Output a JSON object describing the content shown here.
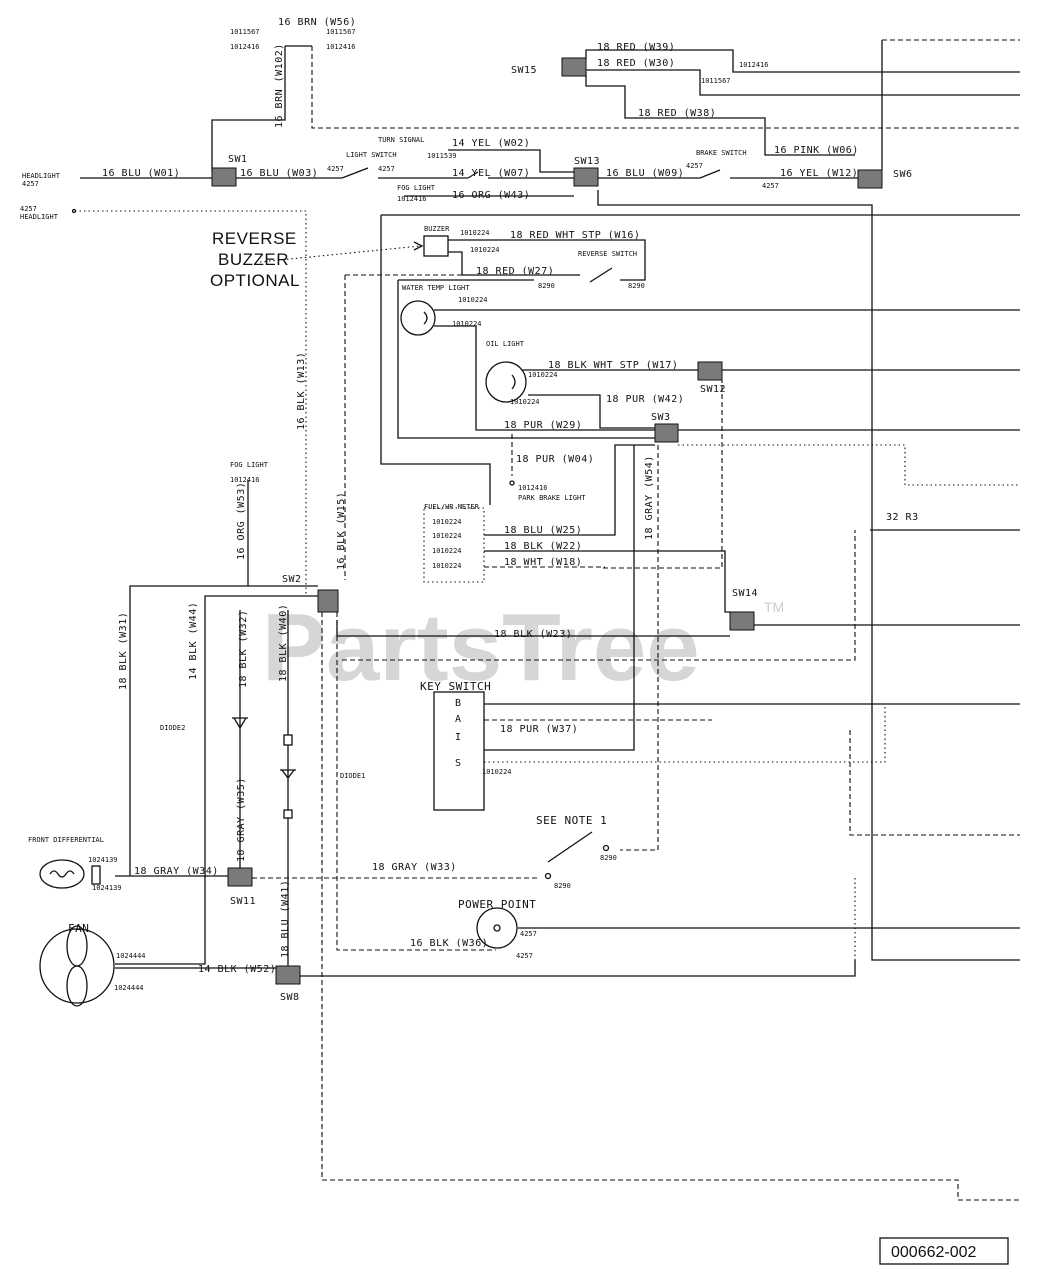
{
  "watermark": {
    "text": "PartsTree",
    "tm": "TM"
  },
  "ref_number": "000662-002",
  "notes": {
    "reverse_buzzer": [
      "REVERSE",
      "BUZZER",
      "OPTIONAL"
    ],
    "see_note": "SEE NOTE 1"
  },
  "components": {
    "headlight_left": "HEADLIGHT",
    "headlight_right": "HEADLIGHT",
    "light_switch": "LIGHT SWITCH",
    "turn_signal": "TURN SIGNAL",
    "fog_light_top": "FOG LIGHT",
    "fog_light_left": "FOG LIGHT",
    "brake_switch": "BRAKE SWITCH",
    "buzzer": "BUZZER",
    "reverse_switch": "REVERSE SWITCH",
    "water_temp_light": "WATER TEMP LIGHT",
    "oil_light": "OIL LIGHT",
    "park_brake_light": "PARK BRAKE LIGHT",
    "fuel_hr_meter": "FUEL/HR METER",
    "key_switch": "KEY SWITCH",
    "key_terminals": [
      "B",
      "A",
      "I",
      "S"
    ],
    "front_differential": "FRONT DIFFERENTIAL",
    "fan": "FAN",
    "power_point": "POWER POINT",
    "diode_1": "DIODE2",
    "diode_2": "DIODE1"
  },
  "connectors": {
    "sw1": "SW1",
    "sw2": "SW2",
    "sw3": "SW3",
    "sw6": "SW6",
    "sw8": "SW8",
    "sw11": "SW11",
    "sw12": "SW12",
    "sw13": "SW13",
    "sw14": "SW14",
    "sw15": "SW15"
  },
  "wires": {
    "w56": "16 BRN (W56)",
    "w102": "16 BRN (W102)",
    "w39": "18 RED (W39)",
    "w30": "18 RED (W30)",
    "w38": "18 RED (W38)",
    "w01": "16 BLU (W01)",
    "w03": "16 BLU (W03)",
    "w02": "14 YEL (W02)",
    "w07": "14 YEL (W07)",
    "w43": "16 ORG (W43)",
    "w09": "16 BLU (W09)",
    "w06": "16 PINK (W06)",
    "w12": "16 YEL (W12)",
    "w16": "18 RED WHT STP (W16)",
    "w27": "18 RED (W27)",
    "w17": "18 BLK WHT STP (W17)",
    "w42": "18 PUR (W42)",
    "w29": "18 PUR (W29)",
    "w04": "18 PUR (W04)",
    "w13": "16 BLK (W13)",
    "w15": "16 BLK (W15)",
    "w53": "16 ORG (W53)",
    "w54": "18 GRAY (W54)",
    "w25": "18 BLU (W25)",
    "w22": "18 BLK (W22)",
    "w18": "18 WHT (W18)",
    "w31": "18 BLK (W31)",
    "w44": "14 BLK (W44)",
    "w32": "18 BLK (W32)",
    "w40": "18 BLK (W40)",
    "w23": "18 BLK (W23)",
    "w37": "18 PUR (W37)",
    "w35": "18 GRAY (W35)",
    "w34": "18 GRAY (W34)",
    "w33": "18 GRAY (W33)",
    "w41": "18 BLU (W41)",
    "w36": "16 BLK (W36)",
    "w52": "14 BLK (W52)",
    "r3": "32 R3"
  },
  "part_numbers": {
    "p1011567": "1011567",
    "p1012416": "1012416",
    "p4257": "4257",
    "p1011539": "1011539",
    "p1010224": "1010224",
    "p8290": "8290",
    "p1024139": "1024139",
    "p1024444": "1024444"
  }
}
